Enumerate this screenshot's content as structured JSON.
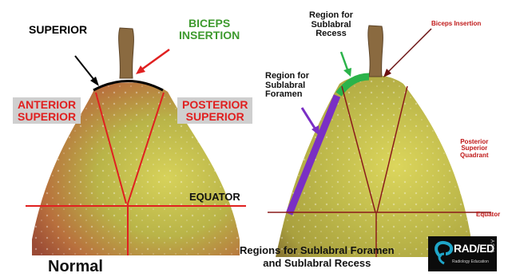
{
  "left_panel": {
    "label_superior": "SUPERIOR",
    "label_biceps_insertion": "BICEPS\nINSERTION",
    "label_anterior_superior": "ANTERIOR\nSUPERIOR",
    "label_posterior_superior": "POSTERIOR\nSUPERIOR",
    "label_equator": "EQUATOR",
    "caption": "Normal"
  },
  "right_panel": {
    "label_sublabral_recess": "Region for\nSublabral\nRecess",
    "label_sublabral_foramen": "Region for\nSublabral\nForamen",
    "label_biceps_insertion": "Biceps Insertion",
    "label_posterior_superior_quadrant": "Posterior\nSuperior\nQuadrant",
    "label_equator": "Equator",
    "caption": "Regions for Sublabral Foramen\nand Sublabral Recess"
  },
  "logo": {
    "brand": "RAD/ED",
    "tagline": "Radiology Education",
    "vertical_text": "ASIA"
  },
  "colors": {
    "red": "#e02020",
    "green_label": "#3e9a2e",
    "recess_green": "#2bb34a",
    "foramen_purple": "#7a2fc4",
    "maroon_line": "#8a1a1a",
    "label_box": "#cfcfcf"
  }
}
